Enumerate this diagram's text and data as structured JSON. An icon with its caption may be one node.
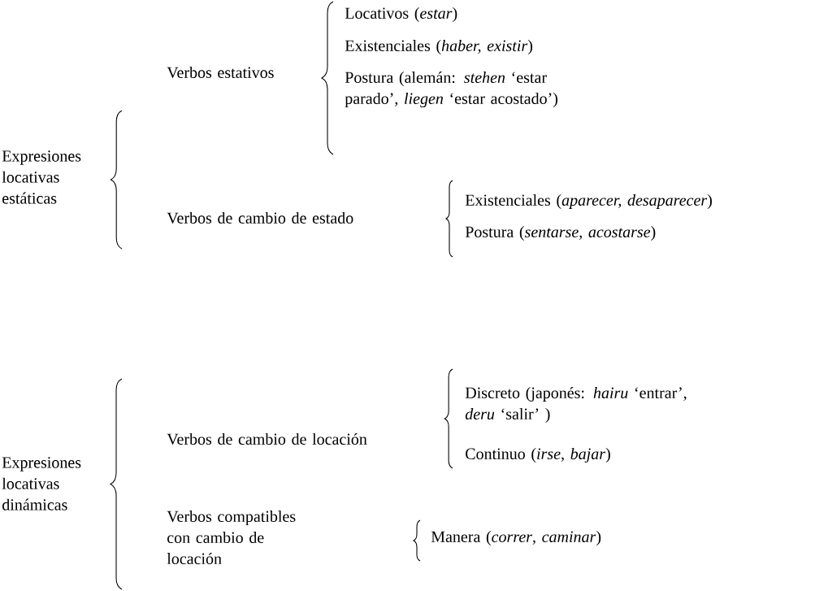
{
  "diagram": {
    "labels": [
      "Expresiones locativas estáticas",
      "Verbos estativos",
      "Locativos (*estar*)",
      "Existenciales (*haber, existir*)",
      "Postura (alemán: *stehen* ‘estar parado’, *liegen* ‘estar acostado’)",
      "Verbos de cambio de estado",
      "Existenciales (*aparecer, desaparecer*)",
      "Postura (*sentarse*, *acostarse*)",
      "Expresiones locativas dinámicas",
      "Verbos de cambio de locación",
      "Discreto (japonés: *hairu* ‘entrar’, *deru* ‘salir’ )",
      "Continuo (*irse*, *bajar*)",
      "Verbos compatibles con cambio de locación",
      "Manera (*correr*, *caminar*)"
    ]
  }
}
